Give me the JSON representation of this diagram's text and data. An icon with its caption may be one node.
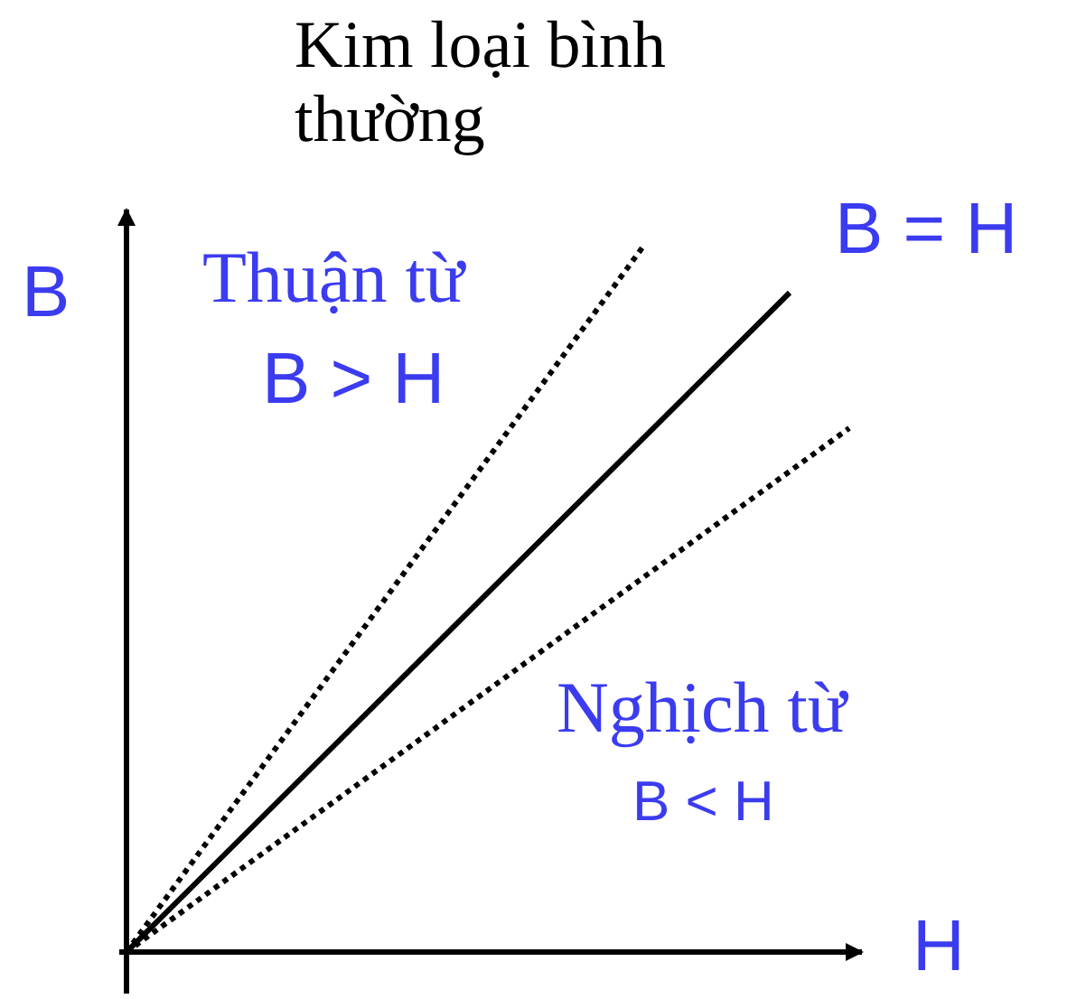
{
  "diagram": {
    "labels": [
      "Kim loại bình thường",
      "B",
      "Thuận từ",
      "B > H",
      "B = H",
      "Nghịch từ",
      "B < H",
      "H"
    ]
  }
}
